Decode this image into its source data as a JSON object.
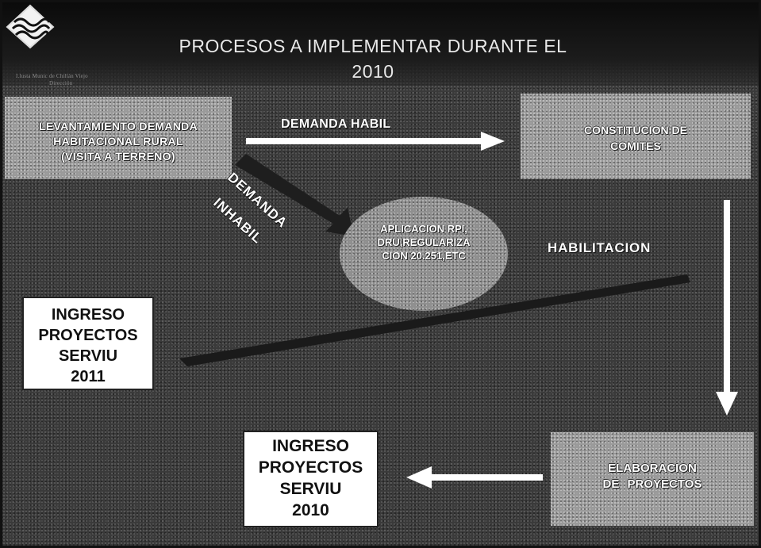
{
  "header": {
    "title_line1": "PROCESOS A IMPLEMENTAR DURANTE EL",
    "title_line2": "2010",
    "org_line1": "I.lusta Munic de Chillán Viejo",
    "org_line2": "Dirección"
  },
  "boxes": {
    "levantamiento": [
      "LEVANTAMIENTO DEMANDA",
      "HABITACIONAL RURAL",
      "(VISITA A TERRENO)"
    ],
    "constitucion": [
      "CONSTITUCION DE",
      "COMITES"
    ],
    "elaboracion": [
      "ELABORACION",
      "DE PROYECTOS"
    ],
    "ingreso_2011": [
      "INGRESO",
      "PROYECTOS",
      "SERVIU",
      "2011"
    ],
    "ingreso_2010": [
      "INGRESO",
      "PROYECTOS",
      "SERVIU",
      "2010"
    ]
  },
  "circle": [
    "APLICACION RPI,",
    "DRU,REGULARIZA",
    "CION 20.251,ETC"
  ],
  "labels": {
    "demanda_habil": "DEMANDA HABIL",
    "demanda_inhabil_1": "DEMANDA",
    "demanda_inhabil_2": "INHABIL",
    "habilitacion": "HABILITACION"
  },
  "colors": {
    "background": "#3a3a3a",
    "grey_box": "#9a9a9a",
    "arrow": "#ffffff",
    "dark_arrow": "#1e1e1e"
  },
  "icons": {
    "logo": "waves-emblem-icon"
  }
}
